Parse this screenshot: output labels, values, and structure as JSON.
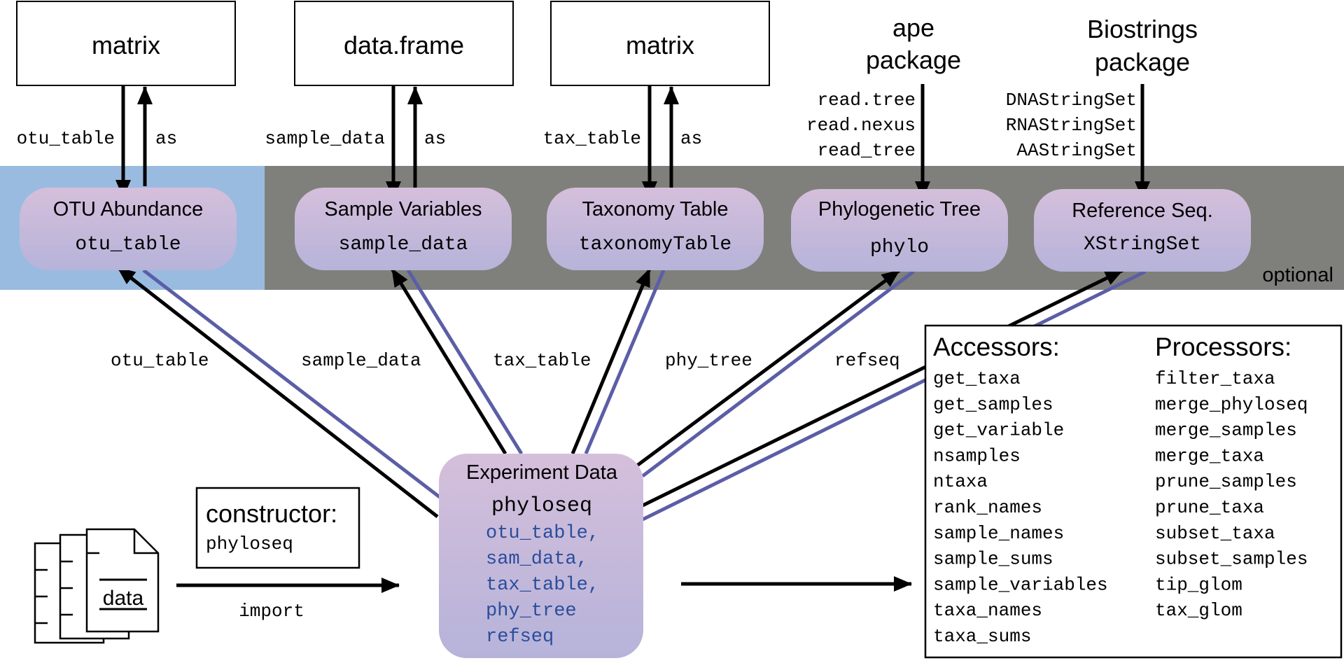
{
  "sources": {
    "otu_matrix": "matrix",
    "sample_frame": "data.frame",
    "tax_matrix": "matrix",
    "ape": [
      "ape",
      "package"
    ],
    "biostrings": [
      "Biostrings",
      "package"
    ]
  },
  "edge_labels": {
    "otu_in": "otu_table",
    "otu_out": "as",
    "sample_in": "sample_data",
    "sample_out": "as",
    "tax_in": "tax_table",
    "tax_out": "as",
    "tree_funcs": [
      "read.tree",
      "read.nexus",
      "read_tree"
    ],
    "seq_funcs": [
      "DNAStringSet",
      "RNAStringSet",
      "AAStringSet"
    ]
  },
  "components": [
    {
      "title": "OTU Abundance",
      "class": "otu_table"
    },
    {
      "title": "Sample Variables",
      "class": "sample_data"
    },
    {
      "title": "Taxonomy Table",
      "class": "taxonomyTable"
    },
    {
      "title": "Phylogenetic Tree",
      "class": "phylo"
    },
    {
      "title": "Reference Seq.",
      "class": "XStringSet"
    }
  ],
  "optional_label": "optional",
  "accessor_labels": [
    "otu_table",
    "sample_data",
    "tax_table",
    "phy_tree",
    "refseq"
  ],
  "experiment": {
    "title": "Experiment Data",
    "class": "phyloseq",
    "slots": [
      "otu_table,",
      "sam_data,",
      "tax_table,",
      "phy_tree",
      "refseq"
    ]
  },
  "constructor": {
    "title": "constructor:",
    "func": "phyloseq"
  },
  "data_icon_label": "data",
  "import_label": "import",
  "tools": {
    "accessors_title": "Accessors:",
    "accessors": [
      "get_taxa",
      "get_samples",
      "get_variable",
      "nsamples",
      "ntaxa",
      "rank_names",
      "sample_names",
      "sample_sums",
      "sample_variables",
      "taxa_names",
      "taxa_sums"
    ],
    "processors_title": "Processors:",
    "processors": [
      "filter_taxa",
      "merge_phyloseq",
      "merge_samples",
      "merge_taxa",
      "prune_samples",
      "prune_taxa",
      "subset_taxa",
      "subset_samples",
      "tip_glom",
      "tax_glom"
    ]
  },
  "colors": {
    "blue_band": "#9abbe0",
    "gray_band": "#7f807b",
    "pill_top": "#d5bfdb",
    "pill_bottom": "#b6b3da",
    "accent_line": "#5b5ea6",
    "slot_text": "#2a4d9c"
  }
}
